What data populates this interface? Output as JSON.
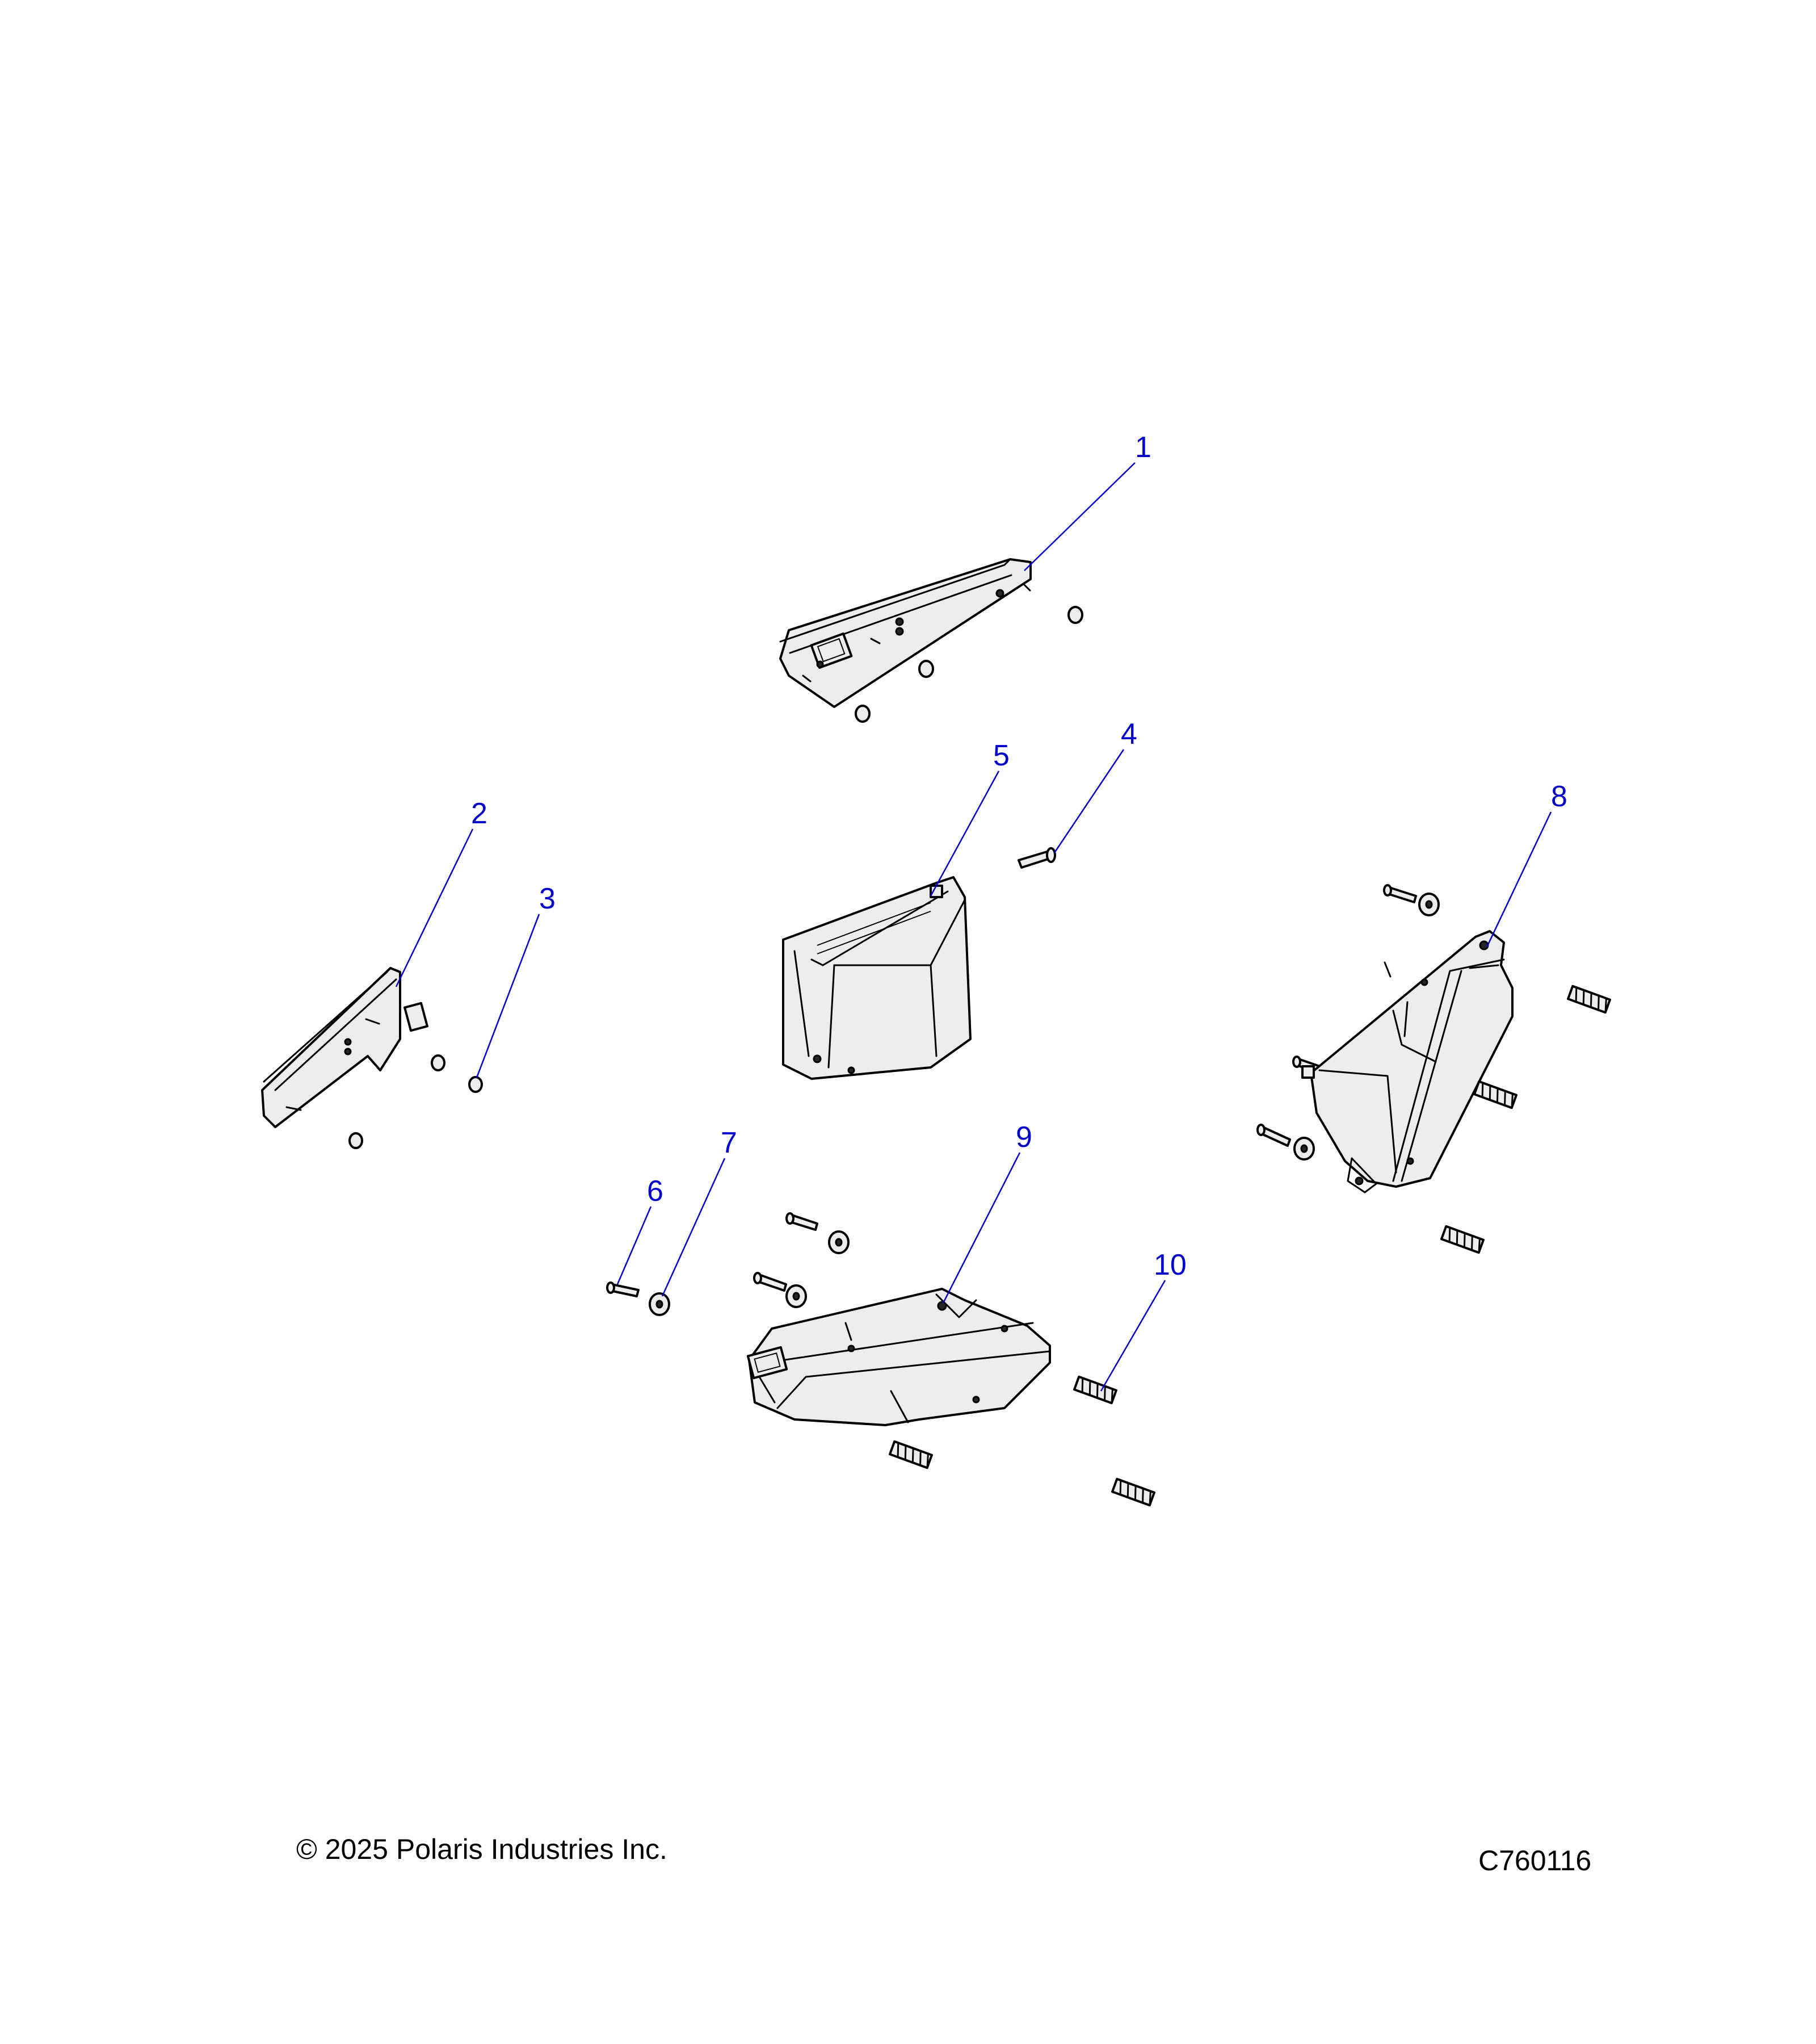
{
  "callouts": [
    {
      "label": "1"
    },
    {
      "label": "2"
    },
    {
      "label": "3"
    },
    {
      "label": "4"
    },
    {
      "label": "5"
    },
    {
      "label": "6"
    },
    {
      "label": "7"
    },
    {
      "label": "8"
    },
    {
      "label": "9"
    },
    {
      "label": "10"
    }
  ],
  "footer": {
    "copyright": "© 2025 Polaris Industries Inc.",
    "figure_id": "C760116"
  },
  "colors": {
    "callout": "#0000cc",
    "part_fill": "#ededed",
    "outline": "#000000"
  }
}
